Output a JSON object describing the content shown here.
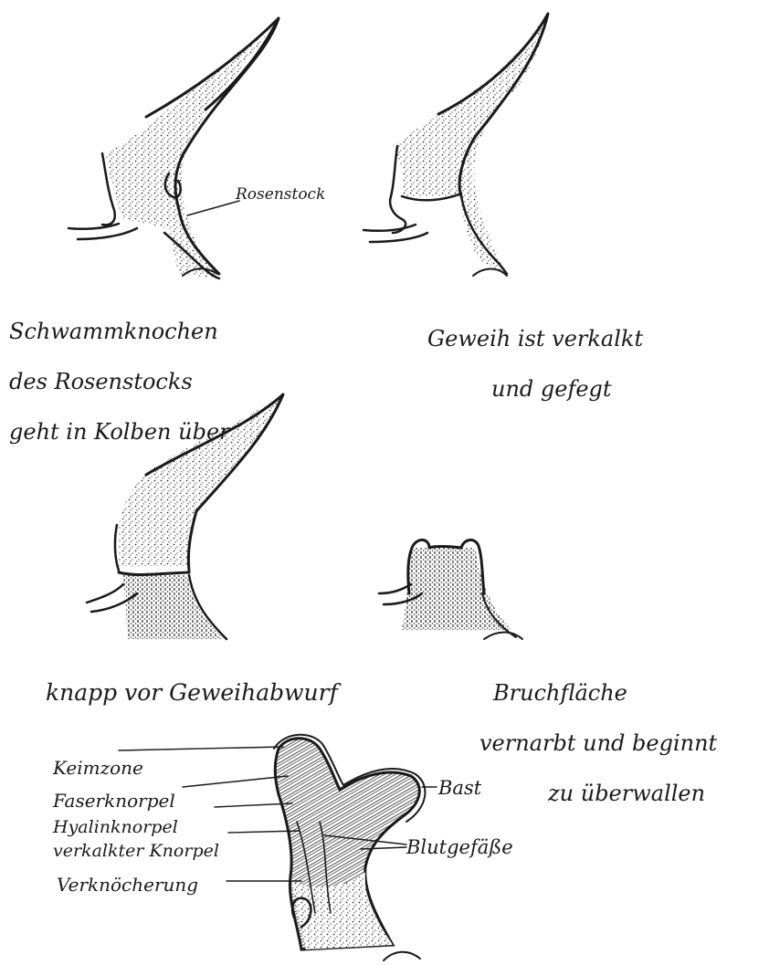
{
  "figures": {
    "fig1": {
      "pointer_label": "Rosenstock",
      "caption_lines": [
        "Schwammknochen",
        "des Rosenstocks",
        "geht in Kolben über"
      ]
    },
    "fig2": {
      "caption_lines": [
        "Geweih ist verkalkt",
        "und gefegt"
      ]
    },
    "fig3": {
      "caption": "knapp vor Geweihabwurf"
    },
    "fig4": {
      "caption_lines": [
        "Bruchfläche",
        "vernarbt und beginnt",
        "zu überwallen"
      ]
    },
    "fig5": {
      "labels_left": [
        "Keimzone",
        "Faserknorpel",
        "Hyalinknorpel",
        "verkalkter Knorpel",
        "Verknöcherung"
      ],
      "labels_right": [
        "Bast",
        "Blutgefäße"
      ]
    }
  }
}
